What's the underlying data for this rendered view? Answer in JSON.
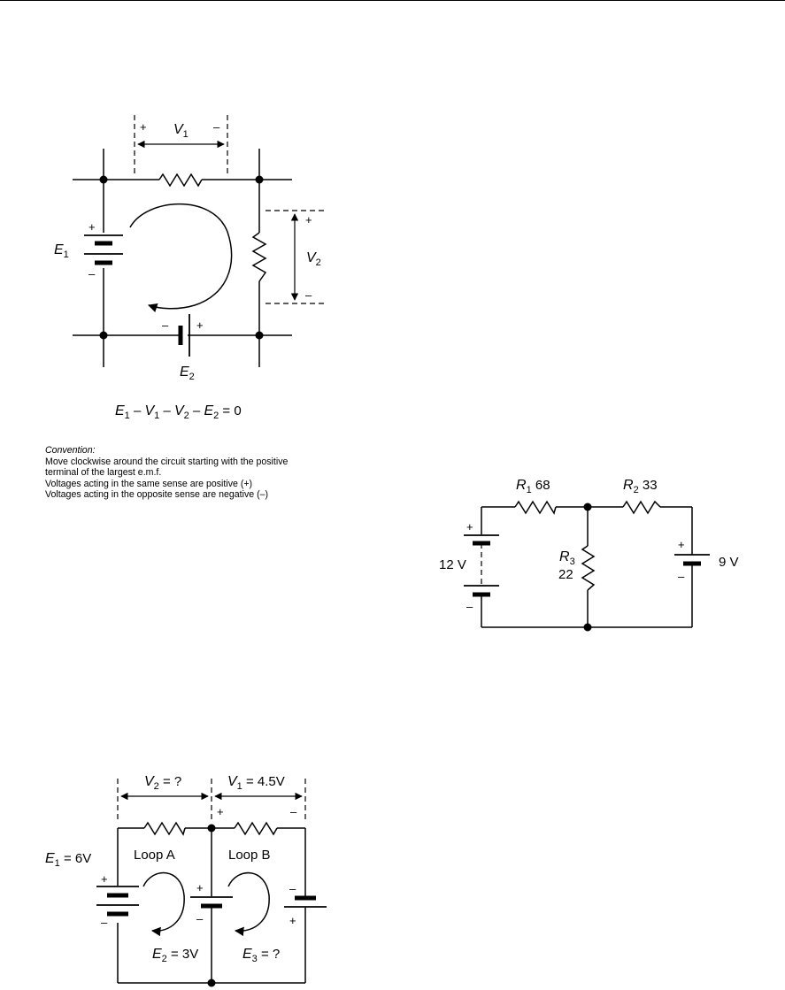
{
  "fig1": {
    "E1": "E",
    "E1_sub": "1",
    "E2": "E",
    "E2_sub": "2",
    "V1": "V",
    "V1_sub": "1",
    "V2": "V",
    "V2_sub": "2",
    "plus": "+",
    "minus": "–",
    "equation": {
      "e1": "E",
      "e1_sub": "1",
      "op1": " – ",
      "v1": "V",
      "v1_sub": "1",
      "op2": " – ",
      "v2": "V",
      "v2_sub": "2",
      "op3": " – ",
      "e2": "E",
      "e2_sub": "2",
      "rhs": " = 0"
    }
  },
  "convention": {
    "title": "Convention:",
    "lines": [
      "Move clockwise around the circuit starting with the positive",
      "terminal of the largest e.m.f.",
      "Voltages acting in the same sense are positive (+)",
      "Voltages acting in the opposite sense are negative (–)"
    ]
  },
  "fig2": {
    "R1": "R",
    "R1_sub": "1",
    "R1_value": " 68",
    "R2": "R",
    "R2_sub": "2",
    "R2_value": " 33",
    "R3": "R",
    "R3_sub": "3",
    "R3_value": "22",
    "battery_left": "12 V",
    "battery_right": "9 V",
    "plus": "+",
    "minus": "–"
  },
  "fig3": {
    "V2": "V",
    "V2_sub": "2",
    "V2_value": " = ?",
    "V1": "V",
    "V1_sub": "1",
    "V1_value": " = 4.5V",
    "E1": "E",
    "E1_sub": "1",
    "E1_value": " = 6V",
    "E2": "E",
    "E2_sub": "2",
    "E2_value": " = 3V",
    "E3": "E",
    "E3_sub": "3",
    "E3_value": " = ?",
    "loop_a": "Loop A",
    "loop_b": "Loop B",
    "plus": "+",
    "minus": "–"
  }
}
